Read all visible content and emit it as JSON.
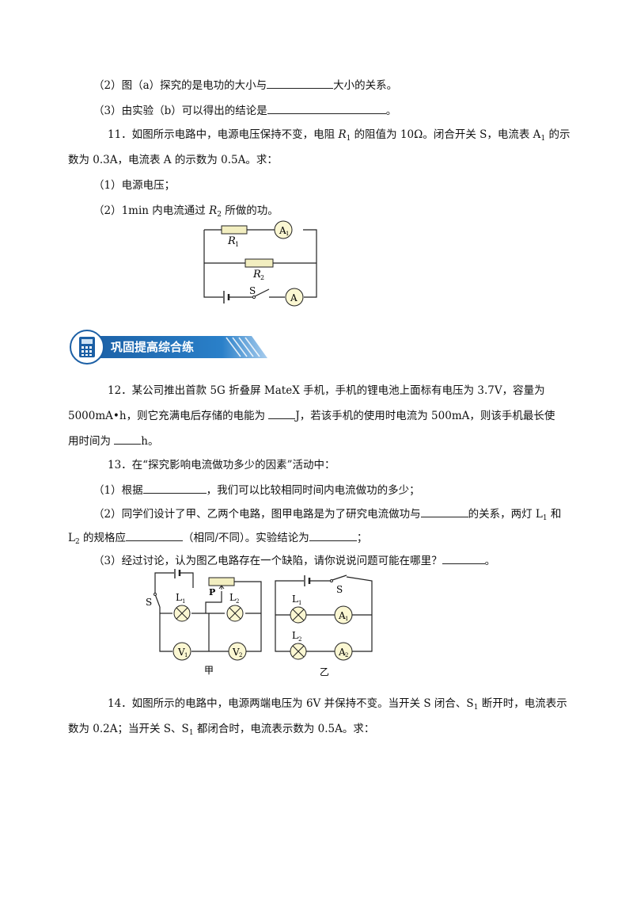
{
  "lines": {
    "l1a": "（2）图（a）探究的是电功的大小与",
    "l1b": "大小的关系。",
    "l2a": "（3）由实验（b）可以得出的结论是",
    "l2b": "。",
    "q11a": "11．如图所示电路中，电源电压保持不变，电阻 ",
    "q11b": "R",
    "q11c": "1",
    "q11d": " 的阻值为 10Ω。闭合开关 S，电流表 A",
    "q11e": "1",
    "q11f": " 的示",
    "q11g": "数为 0.3A，电流表 A 的示数为 0.5A。求：",
    "q11h": "（1）电源电压；",
    "q11i": "（2）1min 内电流通过 ",
    "q11j": "R",
    "q11k": "2",
    "q11l": " 所做的功。",
    "q12a": "12．某公司推出首款 5G 折叠屏 MateX 手机，手机的锂电池上面标有电压为 3.7V，容量为",
    "q12b": "5000mA•h，则它充满电后存储的电能为 ",
    "q12c": "J，若该手机的使用时电流为 500mA，则该手机最长使",
    "q12d": "用时间为 ",
    "q12e": "h。",
    "q13a": "13．在“探究影响电流做功多少的因素”活动中：",
    "q13b": "（1）根据",
    "q13c": "，我们可以比较相同时间内电流做功的多少；",
    "q13d": "（2）同学们设计了甲、乙两个电路，图甲电路是为了研究电流做功与",
    "q13e": "的关系，两灯 L",
    "q13f": "1",
    "q13g": " 和",
    "q13h": "L",
    "q13i": "2",
    "q13j": " 的规格应",
    "q13k": "（相同/不同）。实验结论为",
    "q13l": "；",
    "q13m": "（3）经过讨论，认为图乙电路存在一个缺陷，请你说说问题可能在哪里？",
    "q13n": "。",
    "q14a": "14．如图所示的电路中，电源两端电压为 6V 并保持不变。当开关 S 闭合、S",
    "q14b": "1",
    "q14c": " 断开时，电流表示",
    "q14d": "数为 0.2A；当开关 S、S",
    "q14e": "1",
    "q14f": " 都闭合时，电流表示数为 0.5A。求："
  },
  "banner": {
    "title": "巩固提高综合练",
    "icon": "calculator-icon"
  },
  "circuit1": {
    "r1": "R",
    "r1s": "1",
    "r2": "R",
    "r2s": "2",
    "a1": "A",
    "a1s": "1",
    "a": "A",
    "s": "S"
  },
  "circuit2": {
    "left": {
      "s": "S",
      "p": "P",
      "l1": "L",
      "l1s": "1",
      "l2": "L",
      "l2s": "2",
      "v1": "V",
      "v1s": "1",
      "v2": "V",
      "v2s": "2",
      "cap": "甲"
    },
    "right": {
      "s": "S",
      "l1": "L",
      "l1s": "1",
      "l2": "L",
      "l2s": "2",
      "a1": "A",
      "a1s": "1",
      "a2": "A",
      "a2s": "2",
      "cap": "乙"
    }
  },
  "colors": {
    "banner_blue": "#1f6fb5",
    "resistor": "#f2eec0",
    "meter": "#fbf7d2"
  }
}
